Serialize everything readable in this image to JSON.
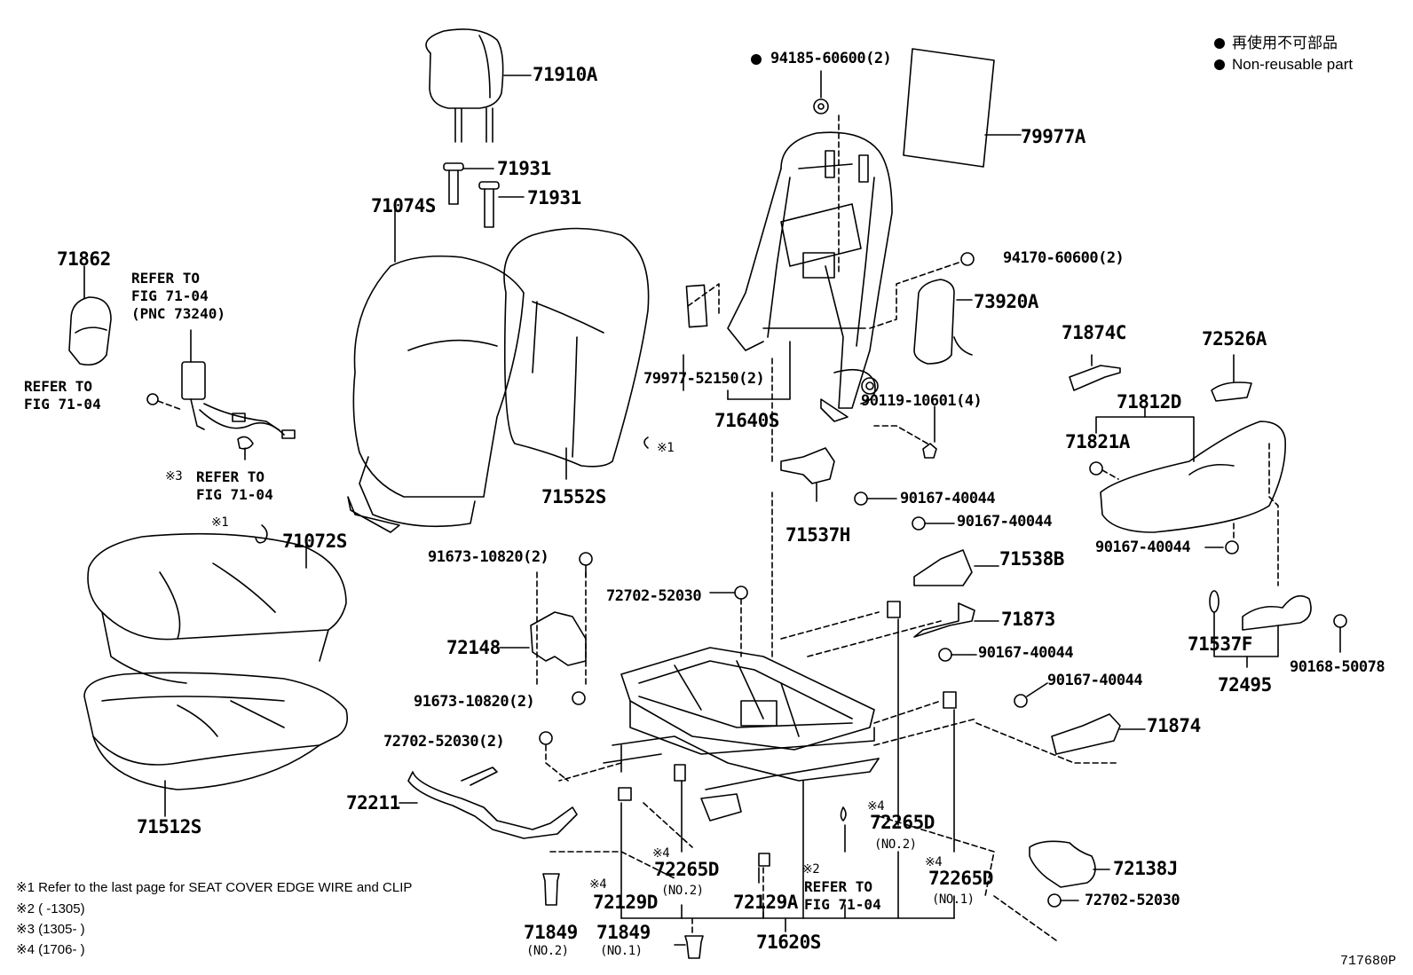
{
  "legend": {
    "item1": "再使用不可部品",
    "item2": "Non-reusable part"
  },
  "figure_code": "717680P",
  "footnotes": [
    "※1  Refer to the last page for SEAT COVER EDGE WIRE and CLIP",
    "※2 (      -1305)",
    "※3 (1305-      )",
    "※4 (1706-      )"
  ],
  "parts": {
    "p71910A": "71910A",
    "p71931a": "71931",
    "p71931b": "71931",
    "p71074S": "71074S",
    "p71862": "71862",
    "p71552S": "71552S",
    "p71072S": "71072S",
    "p71512S": "71512S",
    "p72211": "72211",
    "p72148": "72148",
    "p91673a": "91673-10820(2)",
    "p91673b": "91673-10820(2)",
    "p72702a": "72702-52030",
    "p72702b": "72702-52030(2)",
    "p72702c": "72702-52030",
    "p94185": "94185-60600(2)",
    "p79977A": "79977A",
    "p94170": "94170-60600(2)",
    "p73920A": "73920A",
    "p79977_52150": "79977-52150(2)",
    "p71640S": "71640S",
    "p90119": "90119-10601(4)",
    "p71537H": "71537H",
    "p90167a": "90167-40044",
    "p90167b": "90167-40044",
    "p71538B": "71538B",
    "p71873": "71873",
    "p90167c": "90167-40044",
    "p90167d": "90167-40044",
    "p71874": "71874",
    "p71874C": "71874C",
    "p72526A": "72526A",
    "p71812D": "71812D",
    "p71821A": "71821A",
    "p90167e": "90167-40044",
    "p71537F": "71537F",
    "p72495": "72495",
    "p90168": "90168-50078",
    "p72265D_a": "72265D",
    "p72265D_a_no": "(NO.2)",
    "p72265D_b": "72265D",
    "p72265D_b_no": "(NO.2)",
    "p72265D_c": "72265D",
    "p72265D_c_no": "(NO.1)",
    "p72129D": "72129D",
    "p72129A": "72129A",
    "p71849a": "71849",
    "p71849a_no": "(NO.2)",
    "p71849b": "71849",
    "p71849b_no": "(NO.1)",
    "p71620S": "71620S",
    "p72138J": "72138J"
  },
  "marks": {
    "m1a": "※1",
    "m1b": "※1",
    "m3": "※3",
    "m2": "※2",
    "m4a": "※4",
    "m4b": "※4",
    "m4c": "※4",
    "m4d": "※4"
  },
  "refs": {
    "belt_refer": [
      "REFER TO",
      "FIG 71-04",
      "(PNC 73240)"
    ],
    "left_refer": [
      "REFER TO",
      "FIG 71-04"
    ],
    "belt_cover_refer": [
      "REFER TO",
      "FIG 71-04"
    ],
    "rail_refer": [
      "REFER TO",
      "FIG 71-04"
    ]
  }
}
